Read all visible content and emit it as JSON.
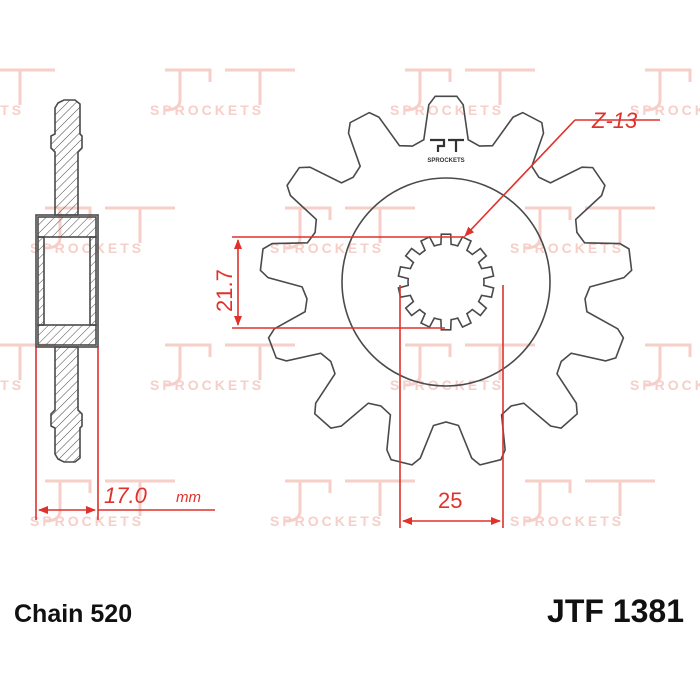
{
  "watermark": {
    "text": "SPROCKETS"
  },
  "logo": {
    "text": "SPROCKETS"
  },
  "dimensions": {
    "teeth": "Z-13",
    "spline_height": "21.7",
    "spline_width": "25",
    "thickness": "17.0",
    "thickness_unit": "mm"
  },
  "footer": {
    "chain": "Chain 520",
    "part_number": "JTF 1381"
  },
  "colors": {
    "dimension": "#e0312b",
    "watermark": "#f5cfc8",
    "outline": "#4a4a4a"
  }
}
